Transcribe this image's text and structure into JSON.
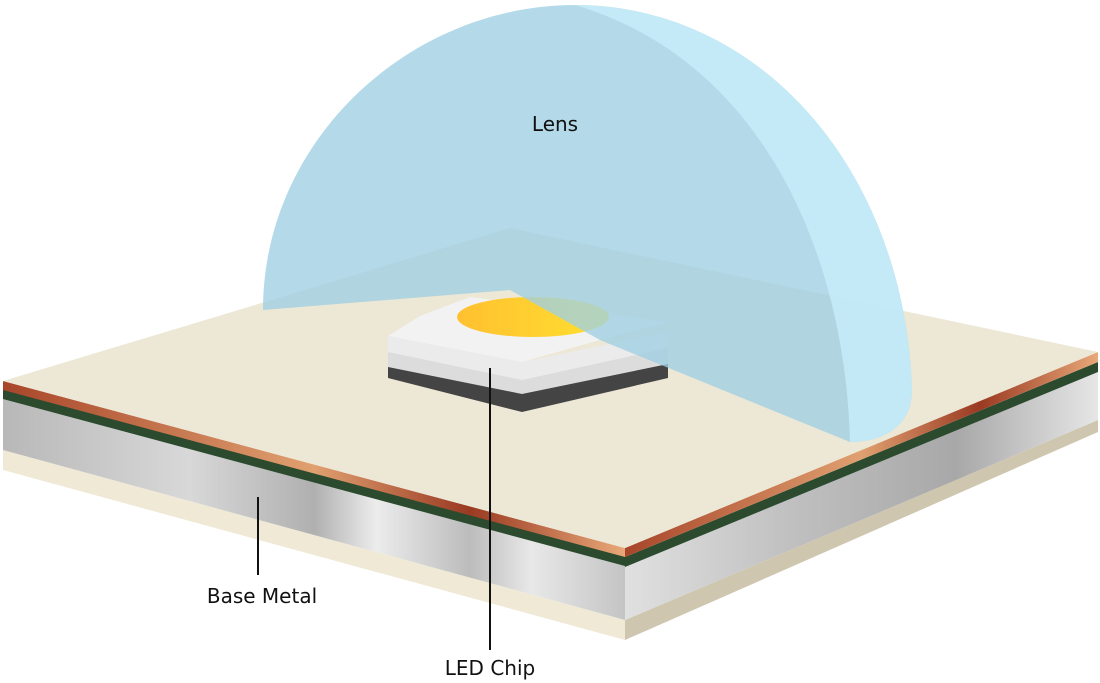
{
  "labels": {
    "lens": "Lens",
    "base_metal": "Base Metal",
    "led_chip": "LED Chip"
  },
  "colors": {
    "board_top": "#ede7d6",
    "copper": "#a8462a",
    "dielectric": "#2b4a2e",
    "metal": "#c8c8c8",
    "base_cream": "#efe9d6",
    "lens": "#a6d6e8",
    "phosphor_yellow": "#ffd23a"
  }
}
